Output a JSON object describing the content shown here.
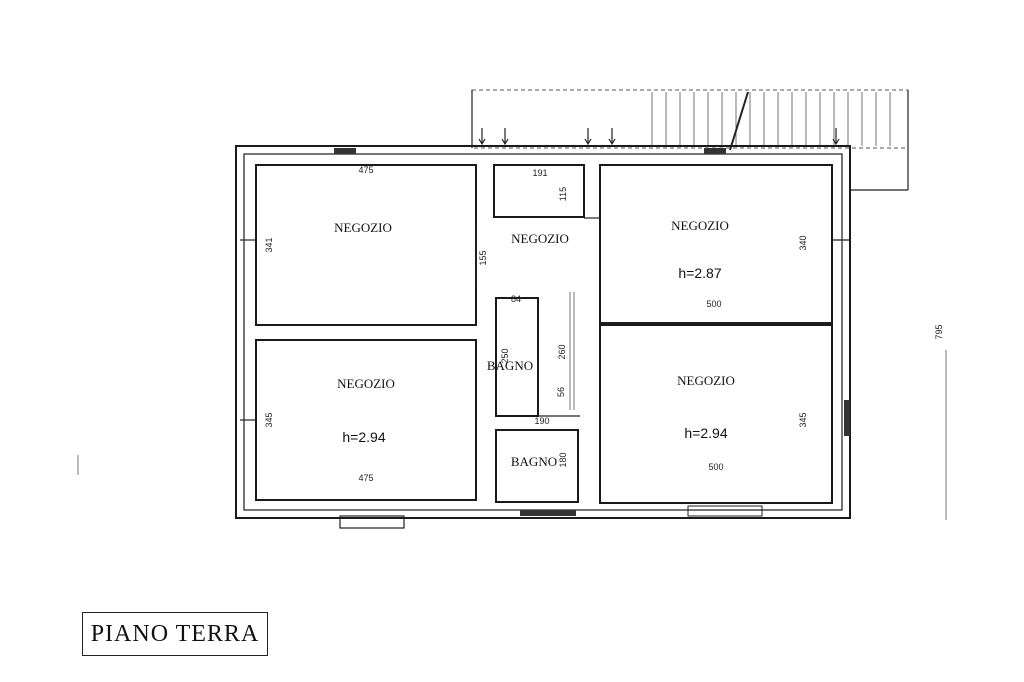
{
  "plan": {
    "title": "PIANO TERRA",
    "rooms": [
      {
        "id": "negozio-top-left",
        "label": "NEGOZIO",
        "height": ""
      },
      {
        "id": "negozio-center",
        "label": "NEGOZIO",
        "height": ""
      },
      {
        "id": "negozio-top-right",
        "label": "NEGOZIO",
        "height": "h=2.87"
      },
      {
        "id": "negozio-bottom-left",
        "label": "NEGOZIO",
        "height": "h=2.94"
      },
      {
        "id": "negozio-bottom-right",
        "label": "NEGOZIO",
        "height": "h=2.94"
      },
      {
        "id": "bagno-upper",
        "label": "BAGNO",
        "height": ""
      },
      {
        "id": "bagno-lower",
        "label": "BAGNO",
        "height": ""
      }
    ],
    "dimensions": {
      "top_left_width": "475",
      "top_left_depth": "341",
      "passage_depth": "155",
      "top_center_width": "191",
      "top_center_depth": "115",
      "top_right_width": "500",
      "top_right_depth": "340",
      "bagno_upper_width": "84",
      "bagno_upper_depth": "250",
      "corridor_depth": "260",
      "corridor_small": "56",
      "bagno_lower_width": "190",
      "bagno_lower_depth": "180",
      "bottom_left_width": "475",
      "bottom_left_depth": "345",
      "bottom_right_width": "500",
      "bottom_right_depth": "345",
      "overall_depth": "795"
    }
  }
}
